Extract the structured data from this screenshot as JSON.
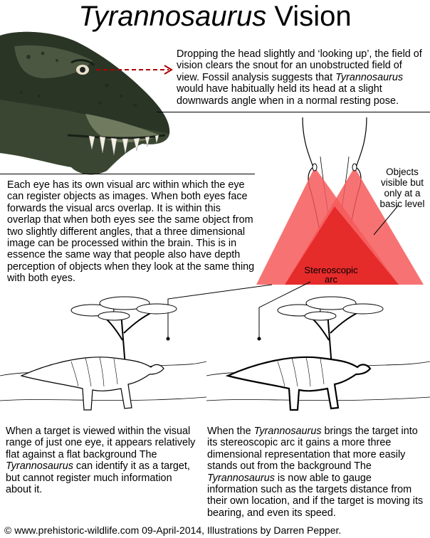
{
  "title": {
    "italic_part": "Tyrannosaurus",
    "rest": " Vision"
  },
  "intro": {
    "part1": "Dropping the head slightly and ‘looking up’, the field of vision clears the snout for an unobstructed field of view. Fossil analysis suggests that ",
    "italic1": "Tyrannosaurus",
    "part2": " would have habitually held its head at a slight downwards angle when in a normal resting pose."
  },
  "eye_text": "Each eye has its own visual arc within which the eye can register objects as images. When both eyes face forwards the visual arcs overlap. It is within this overlap that when both eyes see the same object from two slightly different angles, that a three dimensional image can be processed within the brain. This is in essence the same way that people also have depth perception of objects when they look at the same thing with both eyes.",
  "labels": {
    "objects": "Objects visible but only at a basic level",
    "stereo_line1": "Stereoscopic",
    "stereo_line2": "arc"
  },
  "flat_text": {
    "part1": "When a target is viewed within the visual range of just one eye, it appears relatively flat against a flat background The ",
    "italic1": "Tyrannosaurus",
    "part2": " can identify it as a target, but cannot register much information about it."
  },
  "stereo_text": {
    "part1": "When the ",
    "italic1": "Tyrannosaurus",
    "part2": " brings the target into its stereoscopic arc it gains a more three dimensional representation that more easily stands out from the background The ",
    "italic2": "Tyrannosaurus",
    "part3": " is now able to gauge information such as the targets distance from their own location, and if the target is moving its bearing, and even its speed."
  },
  "footer": "© www.prehistoric-wildlife.com 09-April-2014, Illustrations by Darren Pepper.",
  "colors": {
    "arc_light": "#f65a5a",
    "arc_dark": "#e01b1b",
    "arrow": "#b00000",
    "skin_dark": "#2b3526",
    "skin_light": "#6f7a5e"
  }
}
